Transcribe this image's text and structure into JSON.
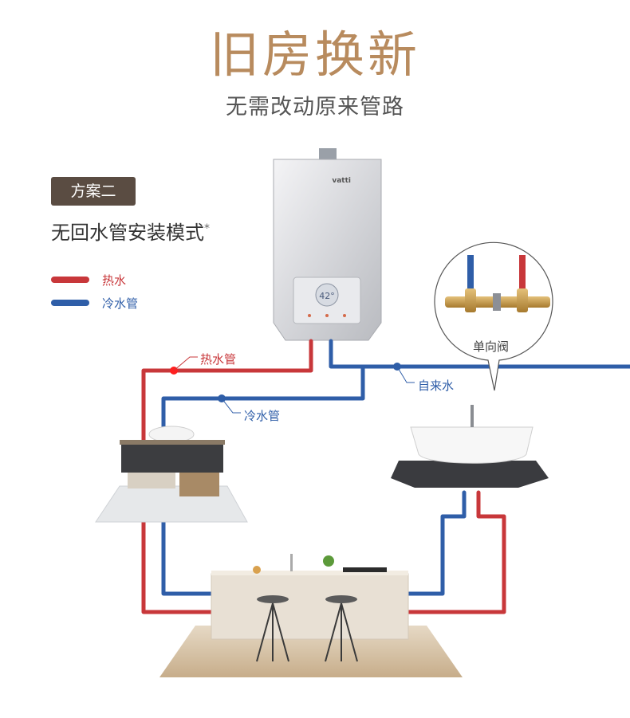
{
  "header": {
    "title": "旧房换新",
    "subtitle": "无需改动原来管路"
  },
  "plan": {
    "badge": "方案二",
    "mode": "无回水管安装模式",
    "mode_mark": "*"
  },
  "legend": [
    {
      "label": "热水",
      "color": "#c8373a"
    },
    {
      "label": "冷水管",
      "color": "#2f5ea8"
    }
  ],
  "heater": {
    "brand": "vatti",
    "display": "42°"
  },
  "labels": {
    "hot_pipe": "热水管",
    "cold_pipe": "冷水管",
    "tap_water": "自来水",
    "check_valve": "单向阀"
  },
  "colors": {
    "hot": "#c8373a",
    "cold": "#2f5ea8",
    "title_gold": "#b88b5e",
    "badge_bg": "#5a4c42"
  }
}
